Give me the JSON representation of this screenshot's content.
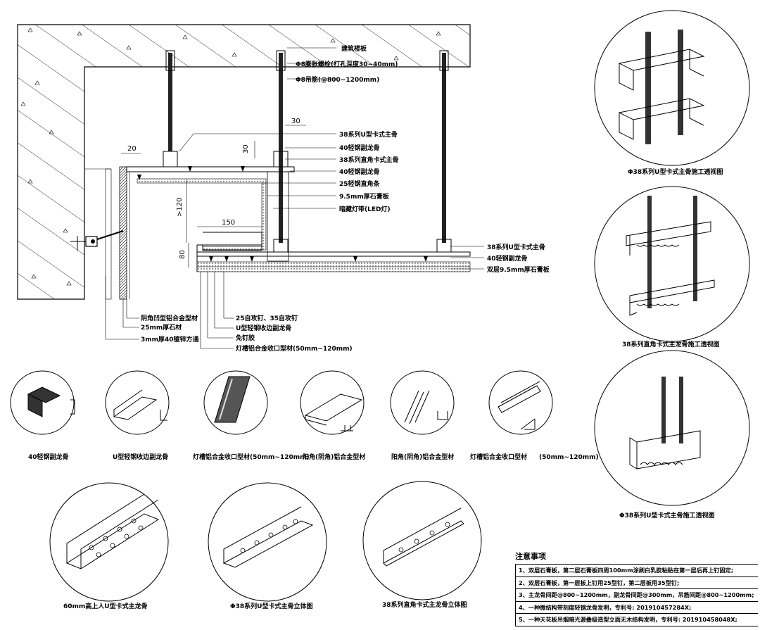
{
  "section_labels": {
    "slab": "建筑楼板",
    "bolt": "Φ8膨胀螺栓(打孔深度30~40mm)",
    "hanger": "Φ8吊筋(@800~1200mm)",
    "dim_30_top": "30",
    "u_main": "38系列U型卡式主骨",
    "sub_keel_1": "40轻钢副龙骨",
    "rightangle_main": "38系列直角卡式主骨",
    "sub_keel_2": "40轻钢副龙骨",
    "angle_strip": "25轻钢直角条",
    "gypsum": "9.5mm厚石膏板",
    "led": "暗藏灯带(LED灯)",
    "u_main_right": "38系列U型卡式主骨",
    "sub_keel_right": "40轻钢副龙骨",
    "double_gypsum": "双层9.5mm厚石膏板",
    "dim_20": "20",
    "dim_30_side": "30",
    "dim_120": ">120",
    "dim_150": "150",
    "dim_80": "80",
    "screw": "25自攻钉、35自攻钉",
    "u_edge_keel": "U型轻钢收边副龙骨",
    "nail_glue": "免钉胶",
    "light_trough": "灯槽铝合金收口型材(50mm~120mm)",
    "recess_profile": "阴角凹型铝合金型材",
    "stone": "25mm厚石材",
    "tube": "3mm厚40镀锌方通"
  },
  "parts_row": [
    {
      "caption": "40轻钢副龙骨"
    },
    {
      "caption": "U型轻钢收边副龙骨"
    },
    {
      "caption": "灯槽铝合金收口型材(50mm~120mm)"
    },
    {
      "caption": "阳角(阴角)铝合金型材"
    },
    {
      "caption": "阳角(阴角)铝合金型材"
    },
    {
      "caption": "灯槽铝合金收口型材"
    },
    {
      "caption": "(50mm~120mm)"
    }
  ],
  "bottom_row": [
    {
      "caption": "60mm高上人U型卡式主龙骨"
    },
    {
      "caption": "Φ38系列U型卡式主骨立体图"
    },
    {
      "caption": "38系列直角卡式主龙骨立体图"
    }
  ],
  "right_column": [
    {
      "caption": "Φ38系列U型卡式主骨施工透视图"
    },
    {
      "caption": "38系列直角卡式主龙骨施工透视图"
    },
    {
      "caption": "Φ38系列U型卡式主骨施工透视图"
    }
  ],
  "notes": {
    "title": "注意事项",
    "items": [
      "1、双层石膏板，第二层石膏板四周100mm涂刷白乳胶粘贴在第一层后再上钉固定;",
      "2、双层石膏板，第一层板上钉用25型钉，第二层板用35型钉;",
      "3、主龙骨间距@800~1200mm，副龙骨间距@300mm，吊筋间距@800~1200mm;",
      "4、一种微结构带刻度轻钢龙骨发明，专利号: 201910457284X;",
      "5、一种天花板吊烟暗光源叠级造型立面无木结构发明，专利号: 201910458048X;"
    ]
  }
}
